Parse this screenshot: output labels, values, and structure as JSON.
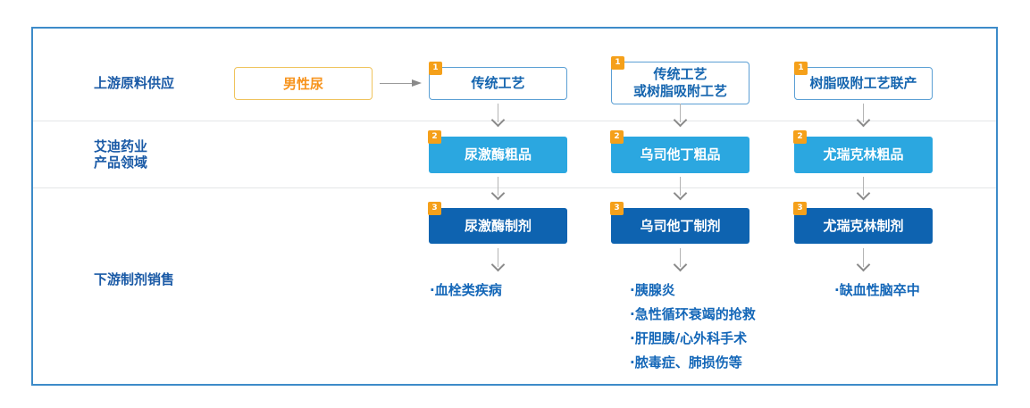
{
  "row_labels": {
    "upstream": "上游原料供应",
    "company_line1": "艾迪药业",
    "company_line2": "产品领域",
    "downstream": "下游制剂销售"
  },
  "source": {
    "label": "男性尿"
  },
  "columns": [
    {
      "process": {
        "step": "1",
        "label": "传统工艺"
      },
      "crude": {
        "step": "2",
        "label": "尿激酶粗品"
      },
      "formulation": {
        "step": "3",
        "label": "尿激酶制剂"
      },
      "indications": [
        "·血栓类疾病"
      ]
    },
    {
      "process": {
        "step": "1",
        "label": "传统工艺\n或树脂吸附工艺"
      },
      "crude": {
        "step": "2",
        "label": "乌司他丁粗品"
      },
      "formulation": {
        "step": "3",
        "label": "乌司他丁制剂"
      },
      "indications": [
        "·胰腺炎",
        "·急性循环衰竭的抢救",
        "·肝胆胰/心外科手术",
        "·脓毒症、肺损伤等"
      ]
    },
    {
      "process": {
        "step": "1",
        "label": "树脂吸附工艺联产"
      },
      "crude": {
        "step": "2",
        "label": "尤瑞克林粗品"
      },
      "formulation": {
        "step": "3",
        "label": "尤瑞克林制剂"
      },
      "indications": [
        "·缺血性脑卒中"
      ]
    }
  ],
  "colors": {
    "frame_border": "#3D8BC9",
    "divider": "#E4E6E8",
    "source_border": "#EFC35C",
    "source_text": "#F7941E",
    "process_box_border": "#5B9FD4",
    "process_text": "#1565AF",
    "crude_box_bg": "#2BA7E0",
    "formulation_box_bg": "#0E63B0",
    "box_text_light": "#FFFFFF",
    "badge_bg": "#F5A01A",
    "label_text": "#1A5AA6",
    "indication_text": "#1467B8",
    "arrow": "#8A8A8A"
  }
}
